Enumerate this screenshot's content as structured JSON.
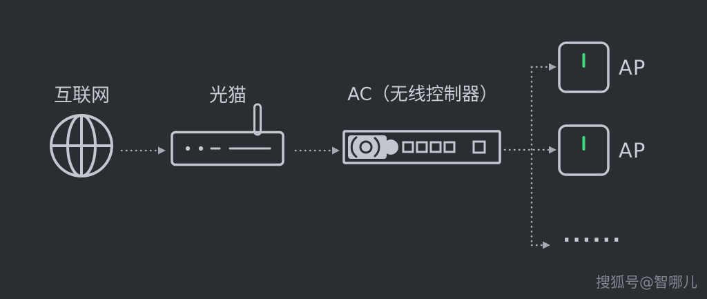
{
  "colors": {
    "background": "#2a2d32",
    "line": "#c3c8ce",
    "arrow": "#a6abb2",
    "text": "#c9ced4",
    "led": "#3ddb7d",
    "watermark": "#82878e"
  },
  "labels": {
    "internet": "互联网",
    "modem": "光猫",
    "ac": "AC（无线控制器）",
    "ap1": "AP",
    "ap2": "AP",
    "more": "......",
    "watermark": "搜狐号@智哪儿"
  }
}
